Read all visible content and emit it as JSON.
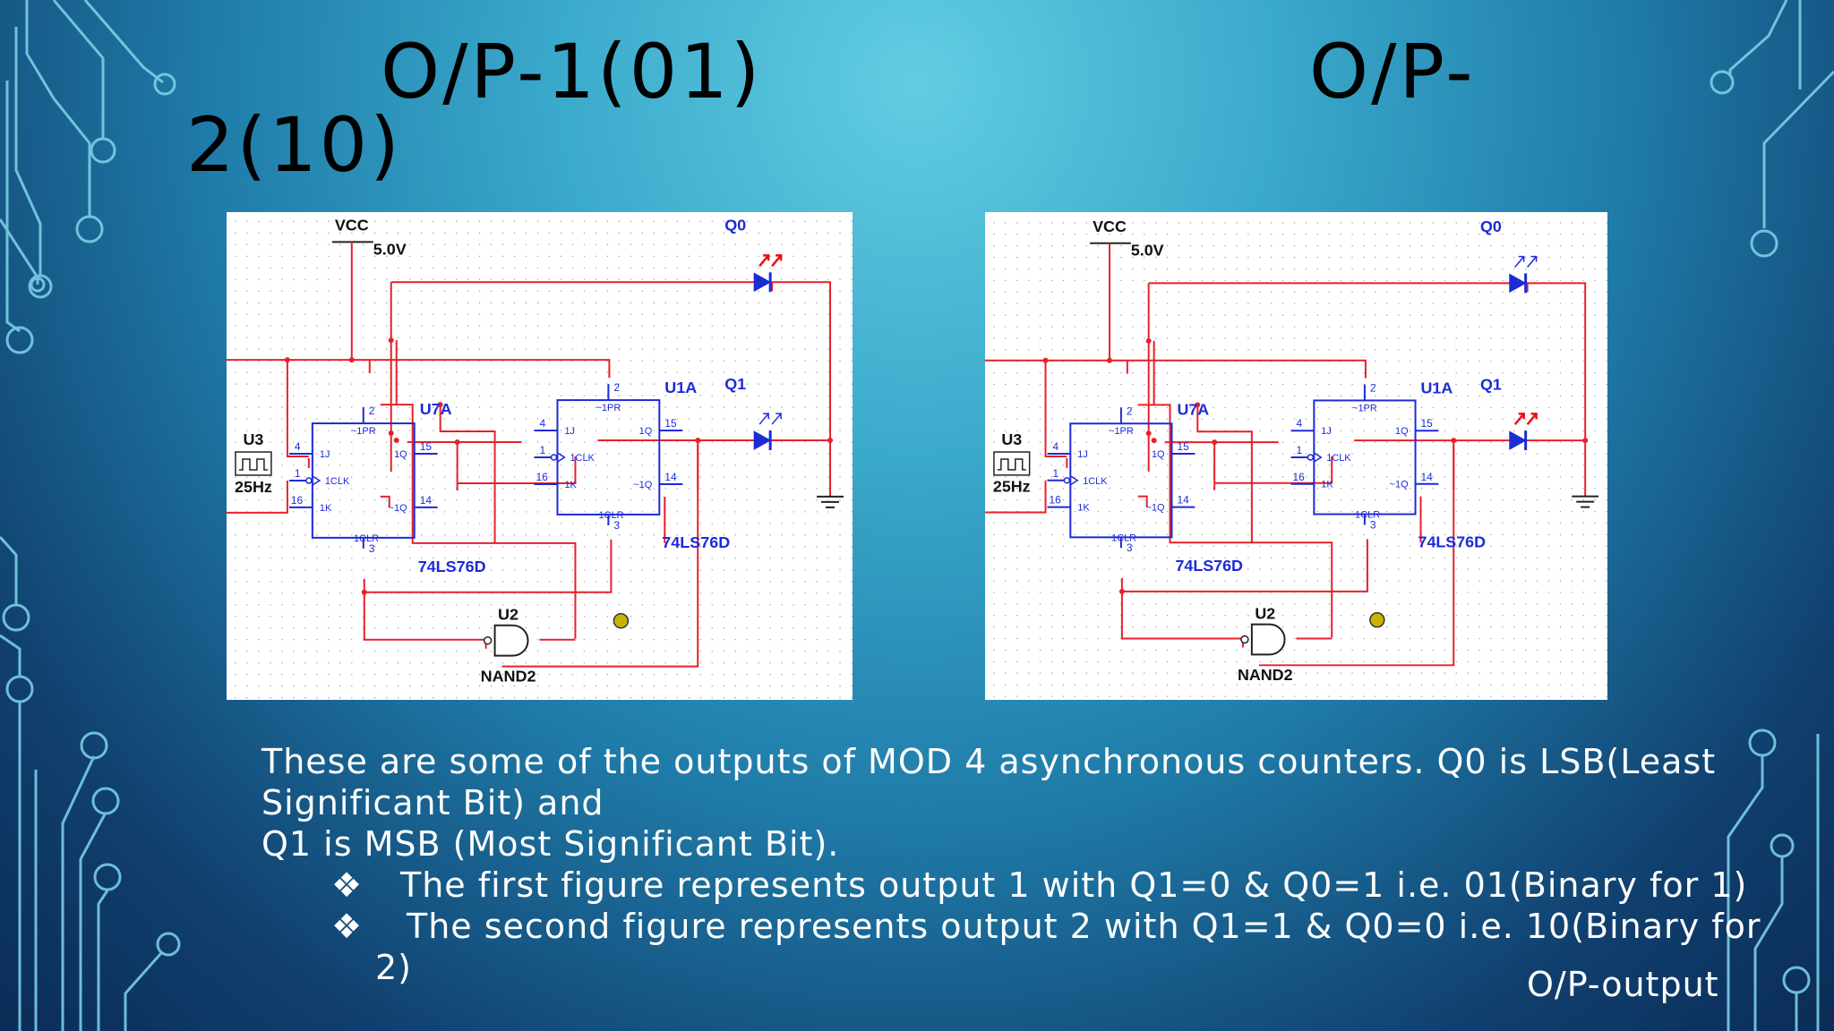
{
  "title": {
    "part1": "O/P-1(01)",
    "part2": "O/P-",
    "part3": "2(10)"
  },
  "diagrams": [
    {
      "vcc": "VCC",
      "voltage": "5.0V",
      "q0": "Q0",
      "q1": "Q1",
      "u3": "U3",
      "freq": "25Hz",
      "u7a": "U7A",
      "u1a": "U1A",
      "u2": "U2",
      "nand": "NAND2",
      "chip_left": "74LS76D",
      "chip_right": "74LS76D",
      "q0_led_on": true,
      "q1_led_on": false
    },
    {
      "vcc": "VCC",
      "voltage": "5.0V",
      "q0": "Q0",
      "q1": "Q1",
      "u3": "U3",
      "freq": "25Hz",
      "u7a": "U7A",
      "u1a": "U1A",
      "u2": "U2",
      "nand": "NAND2",
      "chip_left": "74LS76D",
      "chip_right": "74LS76D",
      "q0_led_on": false,
      "q1_led_on": true
    }
  ],
  "chip_pins": {
    "pr": "~1PR",
    "j": "1J",
    "clk": "1CLK",
    "k": "1K",
    "q": "1Q",
    "qn": "~1Q",
    "clr": "~1CLR",
    "n2": "2",
    "n4": "4",
    "n1": "1",
    "n16": "16",
    "n15": "15",
    "n14": "14",
    "n3": "3"
  },
  "body": {
    "line1": "These are some of the outputs of MOD 4 asynchronous counters. Q0 is LSB(Least",
    "line2": "Significant Bit) and",
    "line3": "Q1 is MSB (Most Significant Bit).",
    "bullet_mark": "❖",
    "bullet1": "The first figure represents output 1 with Q1=0 & Q0=1 i.e. 01(Binary for 1)",
    "bullet2": "The second figure represents output 2 with Q1=1 & Q0=0 i.e. 10(Binary for",
    "bullet2_cont": "2)"
  },
  "footer": "O/P-output",
  "colors": {
    "wire": "#e8202a",
    "component": "#1c2bd6",
    "led_on_arrow": "#e81010",
    "label_blue": "#1c2bd6"
  }
}
